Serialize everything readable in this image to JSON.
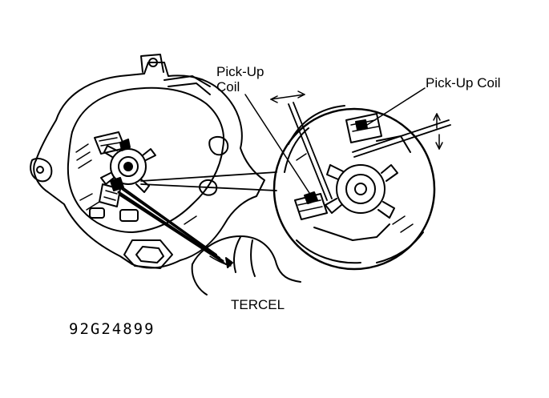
{
  "labels": {
    "pickup_coil_left_line1": "Pick-Up",
    "pickup_coil_left_line2": "Coil",
    "pickup_coil_right": "Pick-Up Coil",
    "model": "TERCEL",
    "figure_id": "92G24899"
  },
  "colors": {
    "ink": "#000000",
    "paper": "#ffffff"
  }
}
